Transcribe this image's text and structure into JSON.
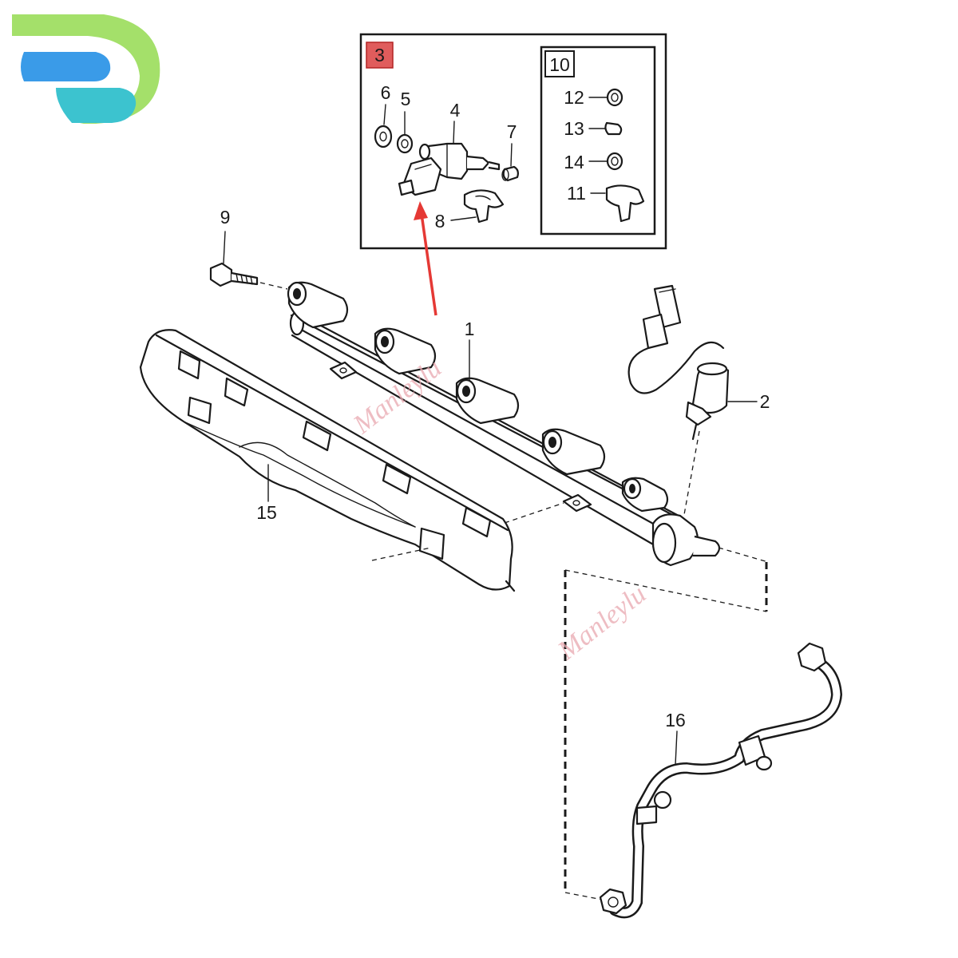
{
  "colors": {
    "logo_green": "#a4e06a",
    "logo_teal": "#3cc3cf",
    "logo_blue": "#3a9be8",
    "highlight_fill": "#e05c5c",
    "highlight_border": "#b32424",
    "arrow": "#e53935",
    "watermark": "#e9a8b0"
  },
  "icons": {
    "logo": "brand-wing-logo"
  },
  "inset_assembly": {
    "label": "3",
    "highlighted": true
  },
  "inset_kit": {
    "label": "10"
  },
  "callouts": {
    "rail": "1",
    "pressure_sensor": "2",
    "injector": "4",
    "seal_5": "5",
    "washer_6": "6",
    "ring_7": "7",
    "clip_8": "8",
    "bolt": "9",
    "kit_clip_11": "11",
    "kit_12": "12",
    "kit_13": "13",
    "kit_14": "14",
    "cover": "15",
    "fuel_line": "16"
  },
  "watermark": {
    "text_1": "Manleylu",
    "text_2": "Manleylu"
  }
}
